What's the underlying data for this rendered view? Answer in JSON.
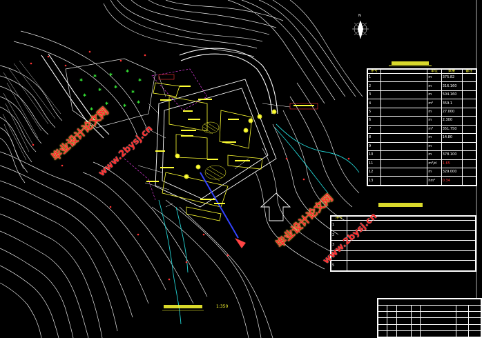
{
  "drawing": {
    "plan_title": "",
    "scale": "1:350",
    "north_label": "N"
  },
  "table1": {
    "title": "",
    "headers": [
      "序号",
      "",
      "单位",
      "数量",
      "备注"
    ],
    "rows": [
      [
        "1",
        "",
        "m",
        "375.82",
        ""
      ],
      [
        "2",
        "",
        "m",
        "316.160",
        ""
      ],
      [
        "3",
        "",
        "m",
        "504.160",
        ""
      ],
      [
        "4",
        "",
        "m²",
        "359.1",
        ""
      ],
      [
        "5",
        "",
        "m",
        "27.000",
        ""
      ],
      [
        "6",
        "",
        "m",
        "2.300",
        ""
      ],
      [
        "7",
        "",
        "m³",
        "351.750",
        ""
      ],
      [
        "8",
        "",
        "m",
        "14.80",
        ""
      ],
      [
        "9",
        "",
        "m",
        "",
        ""
      ],
      [
        "10",
        "",
        "m",
        "378.100",
        ""
      ],
      [
        "11",
        "",
        "m³/d",
        "1.65",
        ""
      ],
      [
        "12",
        "",
        "m",
        "329.000",
        ""
      ],
      [
        "13",
        "",
        "hm²",
        "0.34",
        ""
      ]
    ]
  },
  "table2": {
    "title": "",
    "headers": [
      "序号",
      ""
    ],
    "rows": [
      [
        "1",
        ""
      ],
      [
        "2",
        ""
      ],
      [
        "3",
        ""
      ],
      [
        "4",
        ""
      ],
      [
        "5",
        ""
      ]
    ]
  },
  "title_block": {
    "project": "",
    "drawing_name": ""
  },
  "watermarks": {
    "site_cn": "毕业设计论文网",
    "site_url": "www.2bysj.cn"
  }
}
